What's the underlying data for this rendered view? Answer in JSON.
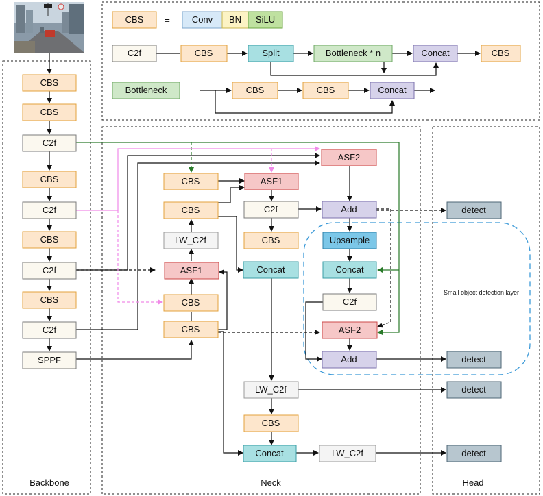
{
  "colors": {
    "cbs_fill": "#fde6cc",
    "cbs_stroke": "#e3a23c",
    "c2f_fill": "#fbf8ef",
    "c2f_stroke": "#7b7b7b",
    "asf_fill": "#f6c7c7",
    "asf_stroke": "#cc4a4a",
    "add_fill": "#d6d2ea",
    "add_stroke": "#7c72ad",
    "concat_fill": "#a8e0e2",
    "concat_stroke": "#3a9ea6",
    "detect_fill": "#b7c6cf",
    "detect_stroke": "#4e6675",
    "lw_fill": "#f4f4f4",
    "lw_stroke": "#9a9a9a",
    "upsample_fill": "#7cc7e8",
    "upsample_stroke": "#2b7fa8",
    "conv_fill": "#d7e9f8",
    "conv_stroke": "#7ea6cc",
    "bn_fill": "#fcf3c4",
    "bn_stroke": "#c9b54c",
    "silu_fill": "#bfe1a0",
    "silu_stroke": "#6ea640",
    "split_fill": "#a8e0e2",
    "split_stroke": "#3a9ea6",
    "bottleneck_fill": "#cfe8c8",
    "bottleneck_stroke": "#6fa865",
    "green_line": "#2a7a2a",
    "pink_line": "#f08ae8",
    "blue_dash": "#3c9ad8"
  },
  "sections": {
    "backbone": "Backbone",
    "neck": "Neck",
    "head": "Head",
    "small_object": "Small object detection layer"
  },
  "legend": {
    "cbs": "CBS",
    "equals": "=",
    "conv": "Conv",
    "bn": "BN",
    "silu": "SiLU",
    "c2f": "C2f",
    "c2f_cbs_in": "CBS",
    "split": "Split",
    "bottleneck_n": "Bottleneck * n",
    "concat": "Concat",
    "c2f_cbs_out": "CBS",
    "bottleneck": "Bottleneck",
    "bt_cbs1": "CBS",
    "bt_cbs2": "CBS",
    "bt_concat": "Concat"
  },
  "backbone": {
    "b1": "CBS",
    "b2": "CBS",
    "b3": "C2f",
    "b4": "CBS",
    "b5": "C2f",
    "b6": "CBS",
    "b7": "C2f",
    "b8": "CBS",
    "b9": "C2f",
    "b10": "SPPF"
  },
  "neck": {
    "n_cbs_top": "CBS",
    "n_cbs_mid": "CBS",
    "n_lwc2f": "LW_C2f",
    "n_asf1_left": "ASF1",
    "n_cbs_low": "CBS",
    "n_cbs_bottom": "CBS",
    "n_asf1_top": "ASF1",
    "n_c2f_mid": "C2f",
    "n_cbs_m2": "CBS",
    "n_concat_m": "Concat",
    "n_asf2_top": "ASF2",
    "n_add_top": "Add",
    "n_upsample": "Upsample",
    "n_concat_r": "Concat",
    "n_c2f_r": "C2f",
    "n_asf2_low": "ASF2",
    "n_add_low": "Add",
    "n_lwc2f_b": "LW_C2f",
    "n_cbs_b": "CBS",
    "n_concat_b": "Concat",
    "n_lwc2f_b2": "LW_C2f"
  },
  "head": {
    "d1": "detect",
    "d2": "detect",
    "d3": "detect",
    "d4": "detect"
  }
}
